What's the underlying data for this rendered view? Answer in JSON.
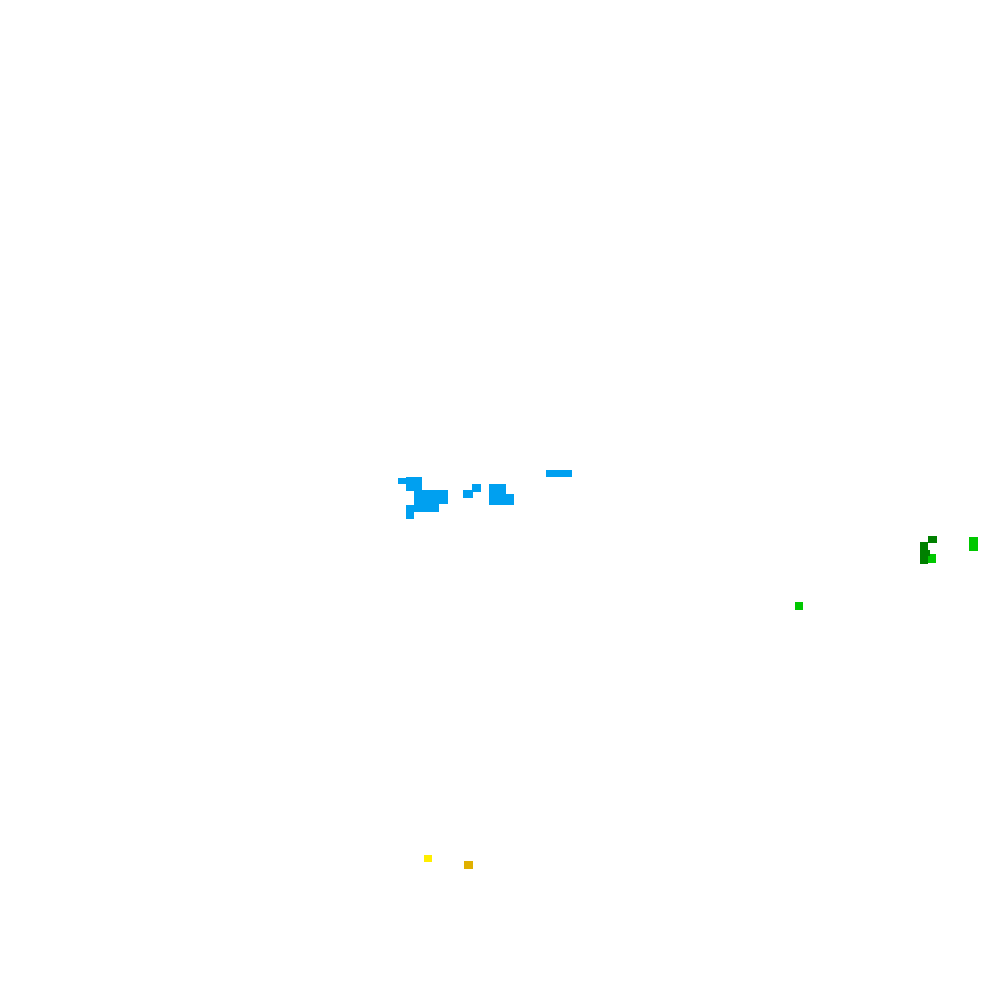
{
  "background_color": "#ffffff",
  "palette": {
    "water_blue": "#00a0f0",
    "bright_green": "#00c800",
    "dark_green": "#008000",
    "yellow": "#ffee00",
    "gold": "#e0b000"
  },
  "clusters": [
    {
      "name": "blue-cluster",
      "color_key": "water_blue"
    },
    {
      "name": "green-cluster",
      "color_key": "bright_green"
    },
    {
      "name": "dark-green-cluster",
      "color_key": "dark_green"
    },
    {
      "name": "yellow-cluster",
      "color_key": "yellow"
    },
    {
      "name": "gold-cluster",
      "color_key": "gold"
    }
  ]
}
